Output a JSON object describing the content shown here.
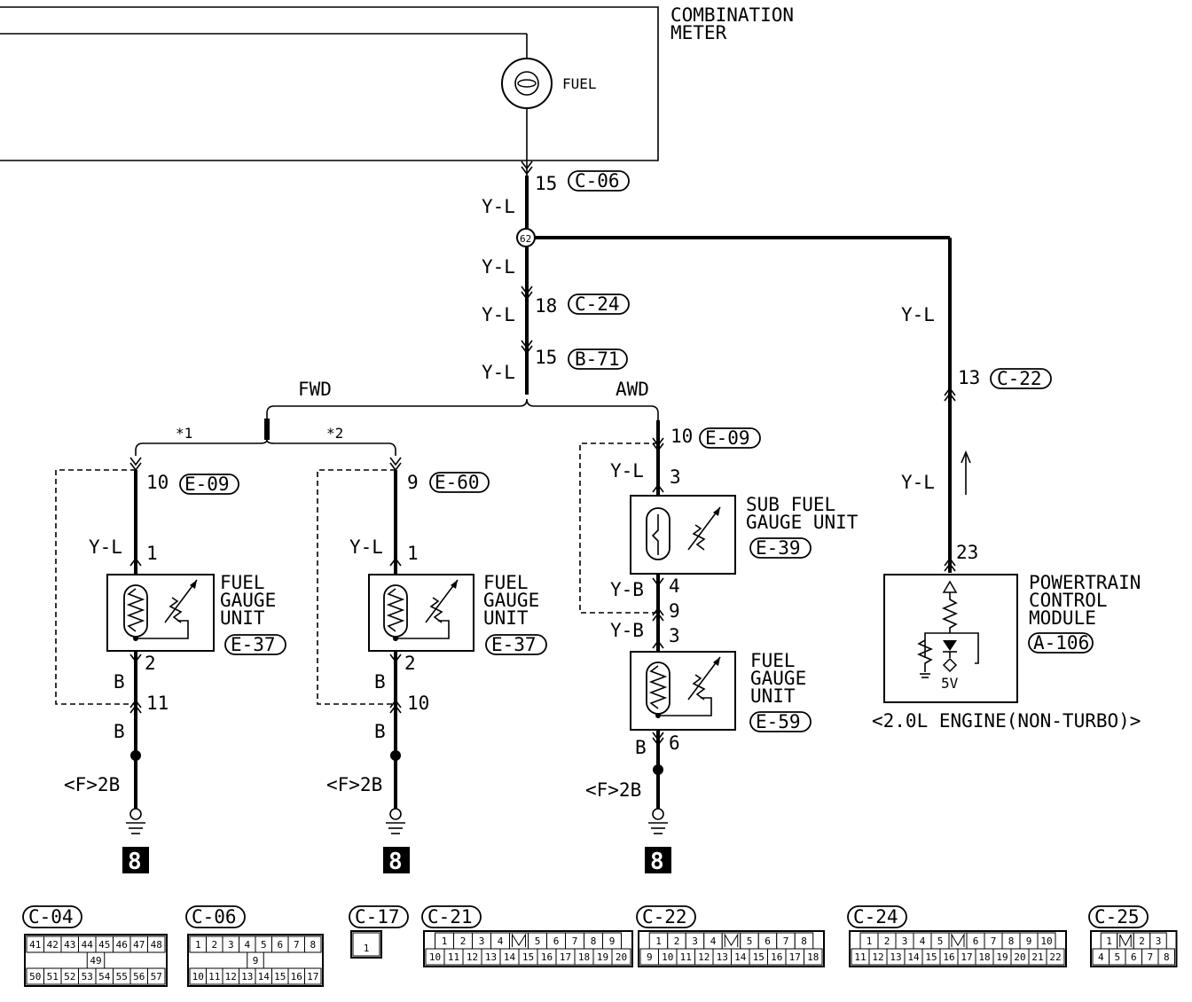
{
  "meter": {
    "title_line1": "COMBINATION",
    "title_line2": "METER",
    "gauge_label": "FUEL"
  },
  "main_line": {
    "pin_c06": "15",
    "conn_c06": "C-06",
    "wire1": "Y-L",
    "junction": "62",
    "wire2": "Y-L",
    "pin_c24": "18",
    "conn_c24": "C-24",
    "wire3": "Y-L",
    "pin_b71": "15",
    "conn_b71": "B-71",
    "wire4": "Y-L"
  },
  "branch": {
    "fwd": "FWD",
    "awd": "AWD",
    "note1": "*1",
    "note2": "*2"
  },
  "pcm_line": {
    "wire_a": "Y-L",
    "pin_c22": "13",
    "conn_c22": "C-22",
    "wire_b": "Y-L",
    "pin_23": "23"
  },
  "pcm": {
    "line1": "POWERTRAIN",
    "line2": "CONTROL",
    "line3": "MODULE",
    "conn": "A-106",
    "voltage": "5V",
    "note": "<2.0L ENGINE(NON-TURBO)>"
  },
  "fwd1": {
    "pin_top": "10",
    "conn_top": "E-09",
    "wire_top": "Y-L",
    "pin_1": "1",
    "unit_l1": "FUEL",
    "unit_l2": "GAUGE",
    "unit_l3": "UNIT",
    "unit_conn": "E-37",
    "pin_2": "2",
    "wire_b1": "B",
    "pin_bot": "11",
    "wire_b2": "B",
    "ground": "<F>2B",
    "ground_num": "8"
  },
  "fwd2": {
    "pin_top": "9",
    "conn_top": "E-60",
    "wire_top": "Y-L",
    "pin_1": "1",
    "unit_l1": "FUEL",
    "unit_l2": "GAUGE",
    "unit_l3": "UNIT",
    "unit_conn": "E-37",
    "pin_2": "2",
    "wire_b1": "B",
    "pin_bot": "10",
    "wire_b2": "B",
    "ground": "<F>2B",
    "ground_num": "8"
  },
  "awd": {
    "pin_top": "10",
    "conn_top": "E-09",
    "wire_top": "Y-L",
    "pin_3a": "3",
    "sub_l1": "SUB FUEL",
    "sub_l2": "GAUGE UNIT",
    "sub_conn": "E-39",
    "pin_4": "4",
    "wire_mid1": "Y-B",
    "pin_9": "9",
    "wire_mid2": "Y-B",
    "pin_3b": "3",
    "unit_l1": "FUEL",
    "unit_l2": "GAUGE",
    "unit_l3": "UNIT",
    "unit_conn": "E-59",
    "wire_b": "B",
    "pin_6": "6",
    "ground": "<F>2B",
    "ground_num": "8"
  },
  "connectors": [
    {
      "name": "C-04",
      "row1": [
        "41",
        "42",
        "43",
        "44",
        "45",
        "46",
        "47",
        "48"
      ],
      "row2": [
        "49"
      ],
      "row3": [
        "50",
        "51",
        "52",
        "53",
        "54",
        "55",
        "56",
        "57"
      ]
    },
    {
      "name": "C-06",
      "row1": [
        "1",
        "2",
        "3",
        "4",
        "5",
        "6",
        "7",
        "8"
      ],
      "row2": [
        "9"
      ],
      "row3": [
        "10",
        "11",
        "12",
        "13",
        "14",
        "15",
        "16",
        "17"
      ]
    },
    {
      "name": "C-17",
      "row1": [
        "1"
      ]
    },
    {
      "name": "C-21",
      "row1": [
        "1",
        "2",
        "3",
        "4",
        "",
        "5",
        "6",
        "7",
        "8",
        "9"
      ],
      "row2": [
        "10",
        "11",
        "12",
        "13",
        "14",
        "15",
        "16",
        "17",
        "18",
        "19",
        "20"
      ]
    },
    {
      "name": "C-22",
      "row1": [
        "1",
        "2",
        "3",
        "4",
        "",
        "5",
        "6",
        "7",
        "8"
      ],
      "row2": [
        "9",
        "10",
        "11",
        "12",
        "13",
        "14",
        "15",
        "16",
        "17",
        "18"
      ]
    },
    {
      "name": "C-24",
      "row1": [
        "1",
        "2",
        "3",
        "4",
        "5",
        "",
        "6",
        "7",
        "8",
        "9",
        "10"
      ],
      "row2": [
        "11",
        "12",
        "13",
        "14",
        "15",
        "16",
        "17",
        "18",
        "19",
        "20",
        "21",
        "22"
      ]
    },
    {
      "name": "C-25",
      "row1": [
        "1",
        "",
        "2",
        "3"
      ],
      "row2": [
        "4",
        "5",
        "6",
        "7",
        "8"
      ]
    }
  ]
}
